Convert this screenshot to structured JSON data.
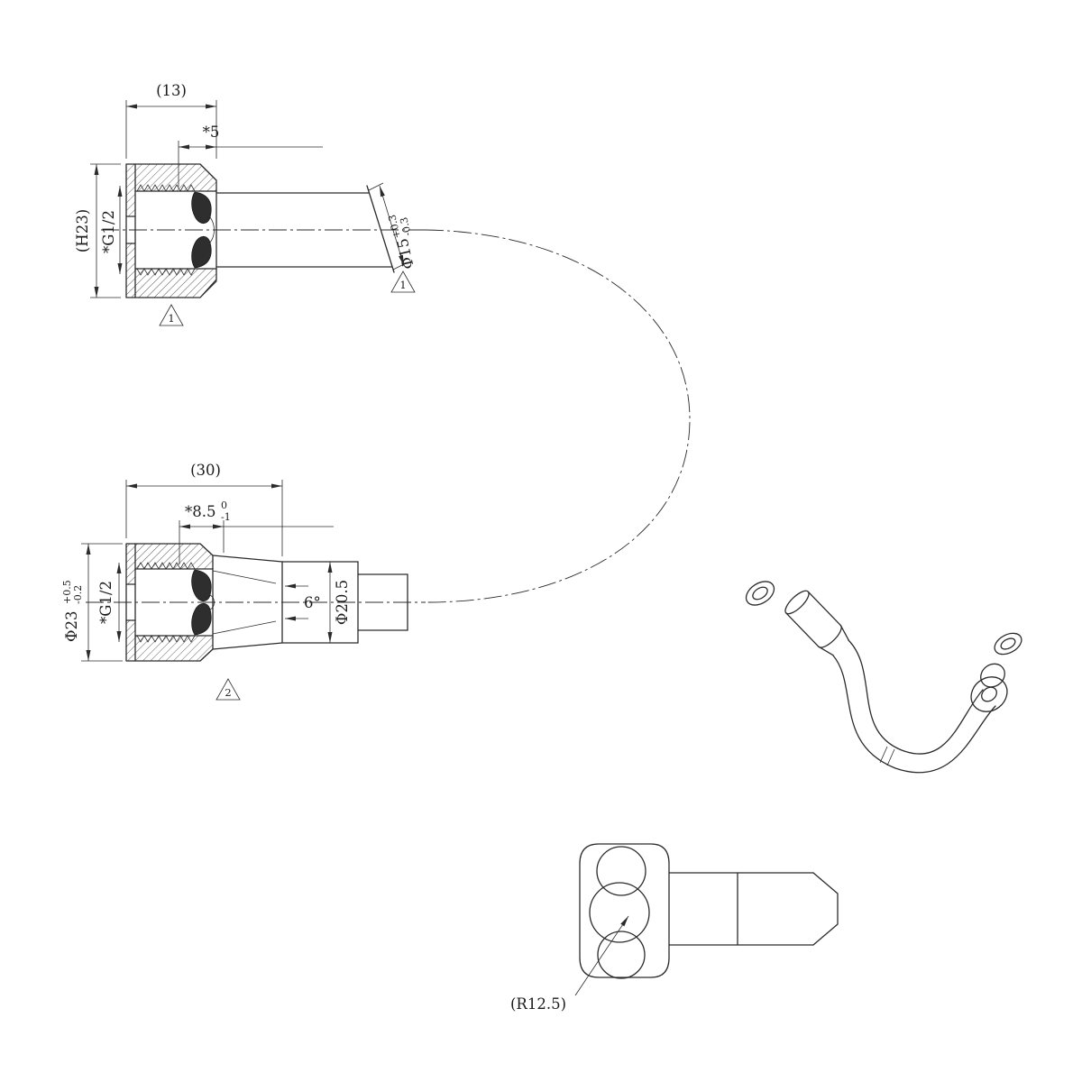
{
  "sheet": {
    "background": "#ffffff",
    "line_color": "#2b2b2b"
  },
  "top_view": {
    "dim_width": "(13)",
    "dim_thread_depth": "*5",
    "dim_height": "(H23)",
    "thread_label": "*G1/2",
    "pipe_dia": "Φ15",
    "pipe_dia_tol_upper": "+0.3",
    "pipe_dia_tol_lower": "-0.3",
    "flag_left": "1",
    "flag_right": "1"
  },
  "mid_view": {
    "dim_width": "(30)",
    "dim_thread_depth": "*8.5",
    "thread_depth_tol_upper": "0",
    "thread_depth_tol_lower": "-1",
    "dim_dia": "Φ23",
    "dia_tol_upper": "+0.5",
    "dia_tol_lower": "-0.2",
    "thread_label": "*G1/2",
    "taper_angle": "6°",
    "outer_dia": "Φ20.5",
    "flag": "2"
  },
  "elbow_view": {
    "radius_label": "(R12.5)"
  }
}
